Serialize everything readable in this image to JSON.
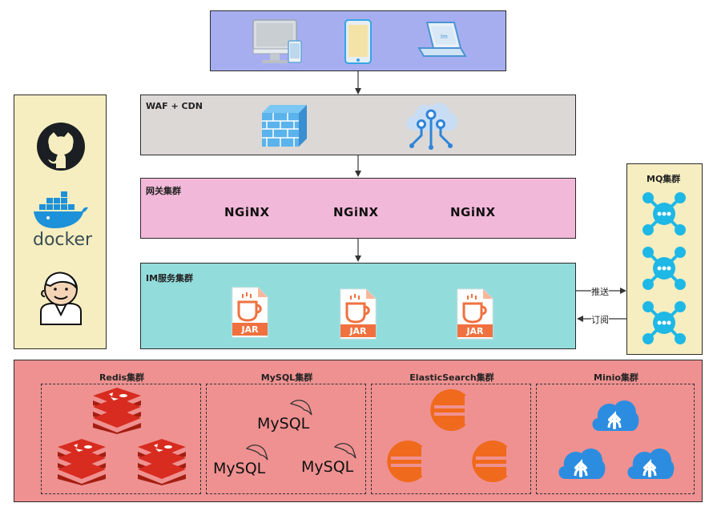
{
  "colors": {
    "clients": "#a7aef0",
    "waf": "#dcd8d6",
    "gateway": "#f2b8d9",
    "im": "#93dcdc",
    "devops": "#f6eec0",
    "mq": "#f6eec0",
    "storage": "#ef9191",
    "redis": "#d82c20",
    "es": "#f06a1d",
    "minio": "#2c8de0",
    "mq_icon": "#1eb8e6",
    "jar": "#f0713f"
  },
  "clients": {
    "icons": [
      "desktop-icon",
      "tablet-icon",
      "laptop-icon"
    ]
  },
  "waf": {
    "label": "WAF + CDN",
    "icons": [
      "firewall-icon",
      "cloud-network-icon"
    ]
  },
  "gateway": {
    "label": "网关集群",
    "nodes": [
      "NGiNX",
      "NGiNX",
      "NGiNX"
    ]
  },
  "im": {
    "label": "IM服务集群",
    "jar_text": "JAR"
  },
  "mq": {
    "label": "MQ集群",
    "push": "推送",
    "subscribe": "订阅"
  },
  "devops": {
    "docker_text": "docker",
    "icons": [
      "github-icon",
      "docker-icon",
      "jenkins-icon"
    ]
  },
  "storage": {
    "redis": "Redis集群",
    "mysql": "MySQL集群",
    "es": "ElasticSearch集群",
    "minio": "Minio集群",
    "mysql_text": "MySQL"
  }
}
